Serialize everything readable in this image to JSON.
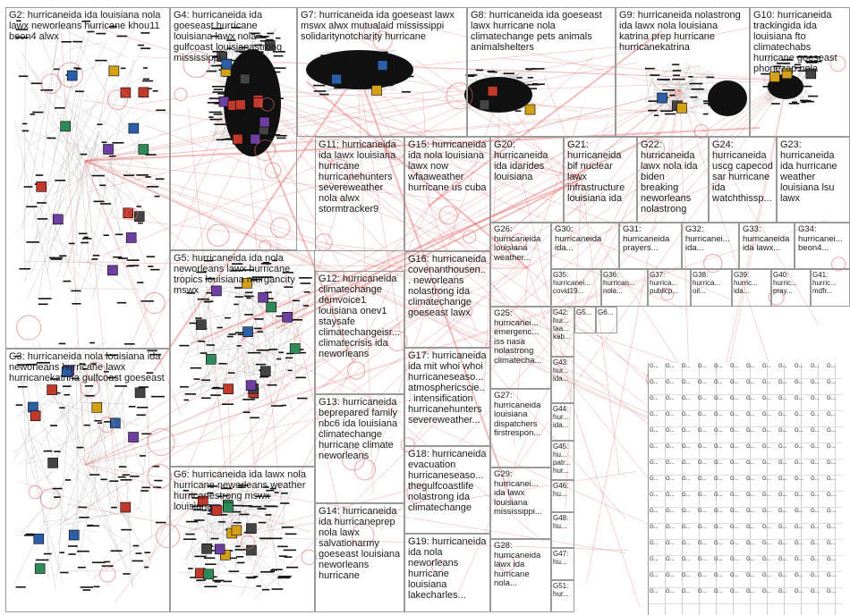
{
  "groups": [
    {
      "id": "G2",
      "label": "G2: hurricaneida ida louisiana nola lawx neworleans hurricane khou11 beon4 alwx"
    },
    {
      "id": "G4",
      "label": "G4: hurricaneida ida goeseast hurricane louisiana lawx nola gulfcoast louisianastrong mississippi"
    },
    {
      "id": "G7",
      "label": "G7: hurricaneida ida goeseast lawx mswx alwx mutualaid mississippi solidaritynotcharity hurricane"
    },
    {
      "id": "G8",
      "label": "G8: hurricaneida ida goeseast lawx hurricane nola climatechange pets animals animalshelters"
    },
    {
      "id": "G9",
      "label": "G9: hurricaneida nolastrong ida lawx nola louisiana katrina prep hurricane hurricanekatrina"
    },
    {
      "id": "G10",
      "label": "G10: hurricaneida trackingida ida louisiana fto climatechabs hurricane goeseast phonezap nola"
    },
    {
      "id": "G11",
      "label": "G11: hurricaneida ida lawx louisiana hurricane hurricanehunters severeweather nola alwx stormtracker9"
    },
    {
      "id": "G15",
      "label": "G15: hurricaneida ida nola louisiana lawx now wfaaweather hurricane us cuba"
    },
    {
      "id": "G20",
      "label": "G20: hurricaneida ida idarides louisiana"
    },
    {
      "id": "G21",
      "label": "G21: hurricaneida bif nuclear lawx infrastructure louisiana ida"
    },
    {
      "id": "G22",
      "label": "G22: hurricaneida lawx nola ida biden breaking neworleans nolastrong"
    },
    {
      "id": "G24",
      "label": "G24: hurricaneida uscg capecod sar hurricane ida watchthissp..."
    },
    {
      "id": "G23",
      "label": "G23: hurricaneida ida hurricane weather louisiana lsu lawx"
    },
    {
      "id": "G3",
      "label": "G3: hurricaneida nola louisiana ida neworleans hurricane lawx hurricanekatrina gulfcoast goeseast"
    },
    {
      "id": "G5",
      "label": "G5: hurricaneida ida nola neworleans lawx hurricane tropics louisiana morgancity mswx"
    },
    {
      "id": "G6",
      "label": "G6: hurricaneida ida lawx nola hurricane neworleans weather hurricanestrong mswx louisiana"
    },
    {
      "id": "G12",
      "label": "G12: hurricaneida climatechange demvoice1 louisiana onev1 staysafe climatechangeisr... climatecrisis ida neworleans"
    },
    {
      "id": "G13",
      "label": "G13: hurricaneida beprepared family nbc6 ida louisiana climatechange hurricane climate neworleans"
    },
    {
      "id": "G14",
      "label": "G14: hurricaneida ida hurricaneprep nola lawx salvationarmy goeseast louisiana neworleans hurricane"
    },
    {
      "id": "G16",
      "label": "G16: hurricaneida covenanthousen... neworleans nolastrong ida climatechange goeseast lawx"
    },
    {
      "id": "G17",
      "label": "G17: hurricaneida ida mit whoi whoi hurricaneseaso... atmosphericscie... intensification hurricanehunters severeweather..."
    },
    {
      "id": "G18",
      "label": "G18: hurricaneida evacuation hurricaneseaso... thegulfcoastlife nolastrong ida climatechange"
    },
    {
      "id": "G19",
      "label": "G19: hurricaneida ida nola neworleans hurricane louisiana lakecharles..."
    },
    {
      "id": "G25",
      "label": "G25: hurricanei... emergenc... iss nasa nolastrong climatecha..."
    },
    {
      "id": "G26",
      "label": "G26: hurricaneida louisiana weather..."
    },
    {
      "id": "G27",
      "label": "G27: hurricaneida louisiana dispatchers firstrespon..."
    },
    {
      "id": "G28",
      "label": "G28: hurricaneida lawx ida hurricane nola..."
    },
    {
      "id": "G29",
      "label": "G29: hurricanei... ida lawx louisiana mississippi..."
    },
    {
      "id": "G30",
      "label": "G30: hurricaneida ida..."
    },
    {
      "id": "G31",
      "label": "G31: hurricaneida prayers..."
    },
    {
      "id": "G32",
      "label": "G32: hurricanei... ida..."
    },
    {
      "id": "G33",
      "label": "G33: hurricaneida ida lawx..."
    },
    {
      "id": "G34",
      "label": "G34: hurricanei... beon4..."
    },
    {
      "id": "G35",
      "label": "G35: hurricanei... covid19..."
    },
    {
      "id": "G36",
      "label": "G36: hurrican... nola..."
    },
    {
      "id": "G37",
      "label": "G37: hurrica... publicp..."
    },
    {
      "id": "G38",
      "label": "G38: hurrica... oil..."
    },
    {
      "id": "G39",
      "label": "G39: hurric... ida..."
    },
    {
      "id": "G40",
      "label": "G40: hurric... pray..."
    },
    {
      "id": "G41",
      "label": "G41: hurric... mdfr..."
    },
    {
      "id": "G42",
      "label": "G42: hur... taa... kab..."
    },
    {
      "id": "G43",
      "label": "G43: hur... ida..."
    },
    {
      "id": "G44",
      "label": "G44: hur... ida..."
    },
    {
      "id": "G45",
      "label": "G45: hu... patr... hur..."
    },
    {
      "id": "G46",
      "label": "G46: hu..."
    },
    {
      "id": "G47",
      "label": "G47: hu..."
    },
    {
      "id": "G48",
      "label": "G48: hu..."
    },
    {
      "id": "G51",
      "label": "G51: hur..."
    },
    {
      "id": "G5x",
      "label": "G5..."
    },
    {
      "id": "G6x",
      "label": "G6..."
    }
  ],
  "dense_cell_label": "G..."
}
